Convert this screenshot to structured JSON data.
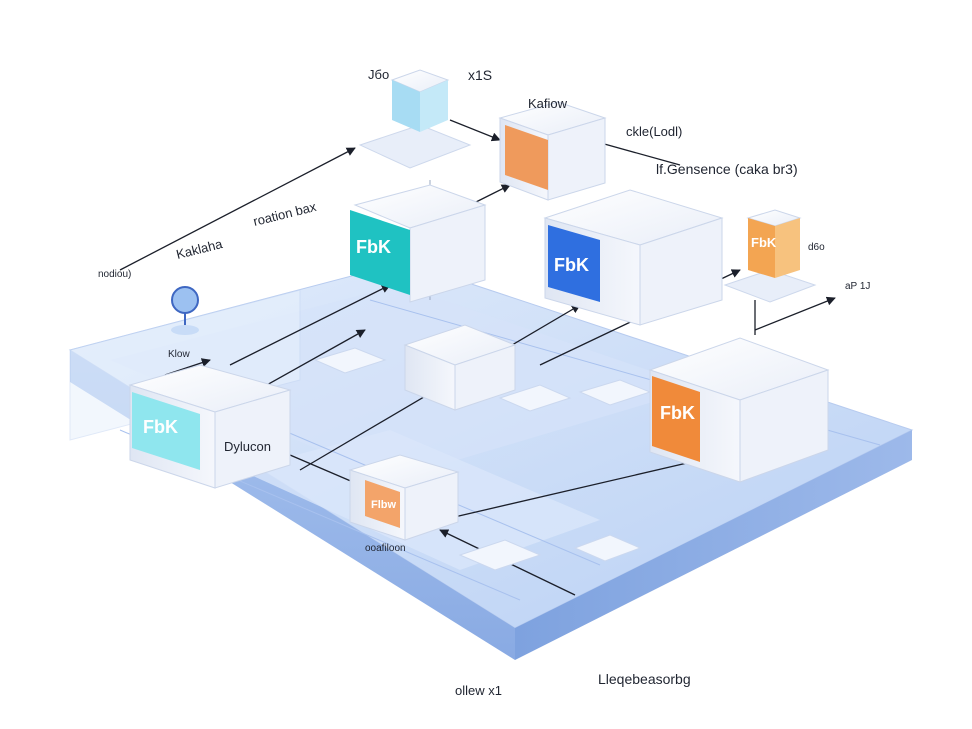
{
  "labels": {
    "top_left_cube": "Jбо",
    "top_cube_count": "x1S",
    "kafka_label": "Kafiow",
    "kafka_sub": "ckle(Lodl)",
    "inference": "lf.Gensence (caka br3)",
    "kafka_left": "Kaklaha",
    "position_box": "roation bax",
    "notification": "nodiou)",
    "side_label": "d6o",
    "side_count": "aP 1J",
    "small_icon_label": "Klow",
    "python": "Dylucon",
    "bottom_module": "ooafiloon",
    "bottom_left": "ollew x1",
    "bottom_right": "Lleqebeasorbg"
  },
  "boxes": {
    "teal": "FbK",
    "blue": "FbK",
    "orange_small": "FbK",
    "orange_large": "FbK",
    "cyan_left": "FbK",
    "small_orange_bottom": "Flbw"
  },
  "colors": {
    "platform_top": "#c9dbf7",
    "platform_side": "#8fb1ea",
    "cube_face": "#f3f6fc",
    "teal": "#1fc2c2",
    "blue": "#2f6fe0",
    "orange": "#f08a3a",
    "cyan": "#8fe6ee",
    "line": "#1b1f2a"
  }
}
